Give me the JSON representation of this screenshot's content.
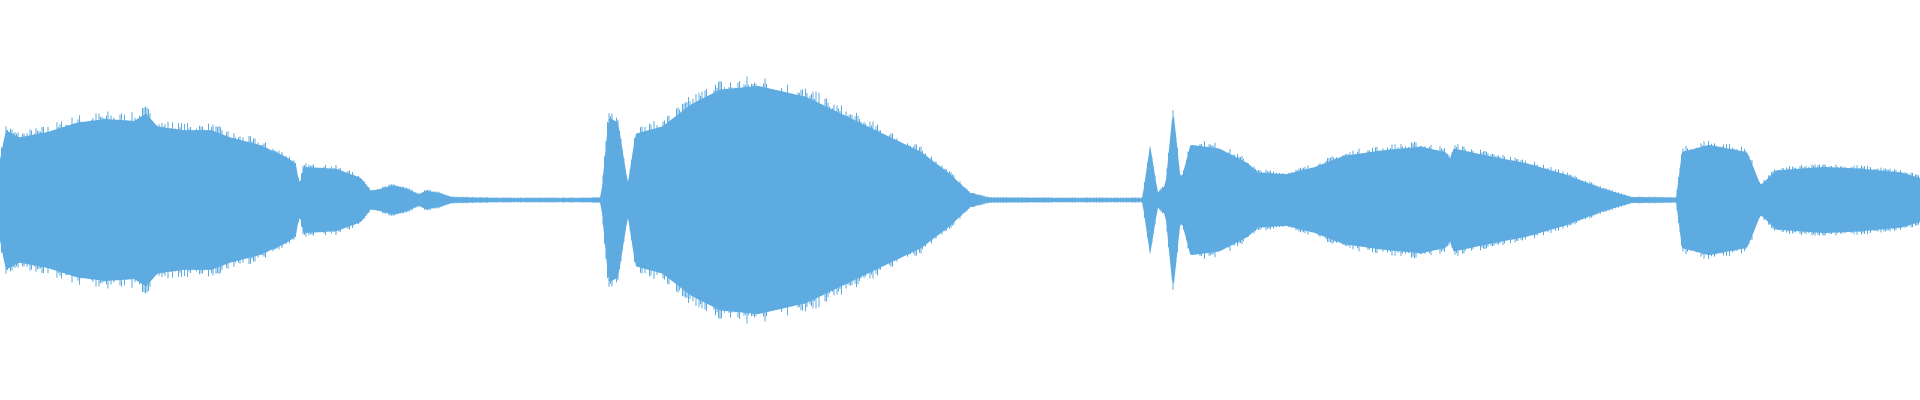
{
  "waveform": {
    "color": "#5dabe1",
    "background": "#ffffff",
    "duration_fraction_envelope": [
      [
        0.0,
        0.22
      ],
      [
        0.003,
        0.38
      ],
      [
        0.01,
        0.34
      ],
      [
        0.025,
        0.37
      ],
      [
        0.04,
        0.42
      ],
      [
        0.055,
        0.44
      ],
      [
        0.07,
        0.43
      ],
      [
        0.076,
        0.47
      ],
      [
        0.082,
        0.4
      ],
      [
        0.095,
        0.38
      ],
      [
        0.11,
        0.38
      ],
      [
        0.12,
        0.34
      ],
      [
        0.135,
        0.3
      ],
      [
        0.148,
        0.24
      ],
      [
        0.154,
        0.2
      ],
      [
        0.156,
        0.08
      ],
      [
        0.158,
        0.18
      ],
      [
        0.175,
        0.17
      ],
      [
        0.188,
        0.12
      ],
      [
        0.193,
        0.05
      ],
      [
        0.198,
        0.06
      ],
      [
        0.205,
        0.08
      ],
      [
        0.212,
        0.06
      ],
      [
        0.218,
        0.03
      ],
      [
        0.222,
        0.05
      ],
      [
        0.228,
        0.04
      ],
      [
        0.235,
        0.015
      ],
      [
        0.26,
        0.01
      ],
      [
        0.3,
        0.01
      ],
      [
        0.313,
        0.012
      ],
      [
        0.317,
        0.45
      ],
      [
        0.322,
        0.42
      ],
      [
        0.327,
        0.09
      ],
      [
        0.331,
        0.36
      ],
      [
        0.345,
        0.4
      ],
      [
        0.36,
        0.52
      ],
      [
        0.375,
        0.6
      ],
      [
        0.395,
        0.62
      ],
      [
        0.42,
        0.56
      ],
      [
        0.44,
        0.46
      ],
      [
        0.46,
        0.36
      ],
      [
        0.48,
        0.26
      ],
      [
        0.495,
        0.14
      ],
      [
        0.505,
        0.04
      ],
      [
        0.515,
        0.012
      ],
      [
        0.56,
        0.01
      ],
      [
        0.595,
        0.01
      ],
      [
        0.599,
        0.3
      ],
      [
        0.603,
        0.04
      ],
      [
        0.607,
        0.08
      ],
      [
        0.611,
        0.5
      ],
      [
        0.615,
        0.1
      ],
      [
        0.62,
        0.3
      ],
      [
        0.635,
        0.28
      ],
      [
        0.65,
        0.2
      ],
      [
        0.655,
        0.15
      ],
      [
        0.67,
        0.14
      ],
      [
        0.685,
        0.18
      ],
      [
        0.7,
        0.24
      ],
      [
        0.72,
        0.27
      ],
      [
        0.74,
        0.29
      ],
      [
        0.753,
        0.26
      ],
      [
        0.755,
        0.22
      ],
      [
        0.757,
        0.28
      ],
      [
        0.775,
        0.24
      ],
      [
        0.795,
        0.2
      ],
      [
        0.815,
        0.14
      ],
      [
        0.835,
        0.06
      ],
      [
        0.85,
        0.015
      ],
      [
        0.873,
        0.012
      ],
      [
        0.876,
        0.26
      ],
      [
        0.89,
        0.3
      ],
      [
        0.91,
        0.26
      ],
      [
        0.917,
        0.08
      ],
      [
        0.925,
        0.16
      ],
      [
        0.95,
        0.18
      ],
      [
        0.97,
        0.17
      ],
      [
        0.99,
        0.15
      ],
      [
        1.0,
        0.12
      ]
    ]
  }
}
